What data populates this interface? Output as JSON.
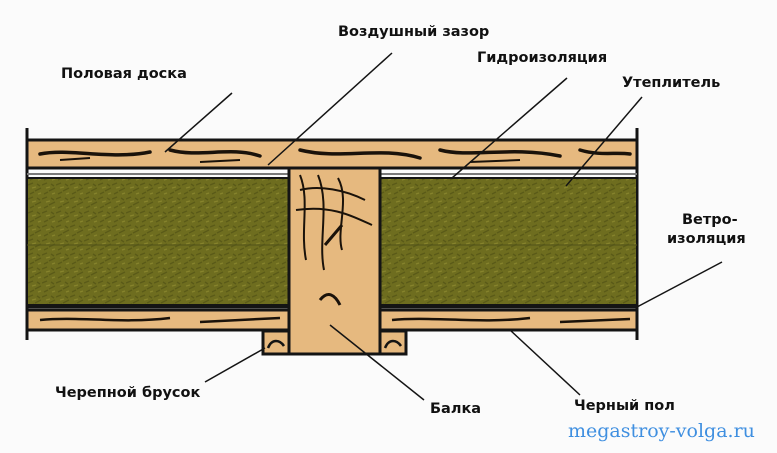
{
  "labels": {
    "air_gap": "Воздушный зазор",
    "waterproofing": "Гидроизоляция",
    "floorboard": "Половая доска",
    "insulation": "Утеплитель",
    "wind_barrier_line1": "Ветро-",
    "wind_barrier_line2": "изоляция",
    "cranial_bar": "Черепной брусок",
    "beam": "Балка",
    "subfloor": "Черный пол"
  },
  "watermark": "megastroy-volga.ru",
  "colors": {
    "wood": "#e6b97f",
    "wood_grain": "#1a120a",
    "insulation": "#6e6d1f",
    "insulation_dark": "#55561a",
    "outline": "#141414",
    "watermark": "#3f8fe0"
  }
}
